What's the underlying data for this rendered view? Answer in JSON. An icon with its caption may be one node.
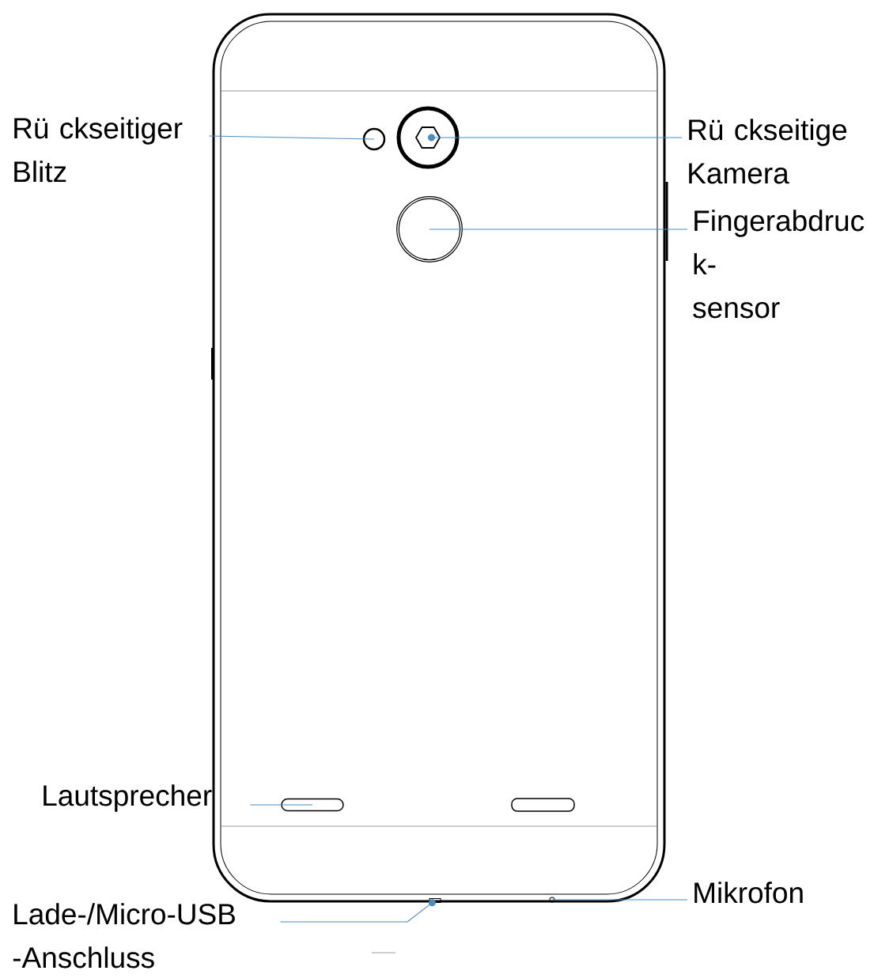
{
  "diagram": {
    "nodes": [
      {
        "text": [
          "Rü ckseitiger Blitz"
        ]
      },
      {
        "text": [
          "Rü ckseitige Kamera"
        ]
      },
      {
        "text": [
          "Fingerabdruc k- sensor"
        ]
      },
      {
        "text": [
          "Lautsprecher"
        ]
      },
      {
        "text": [
          "Lade-/Micro-USB -Anschluss"
        ]
      },
      {
        "text": [
          "Mikrofon"
        ]
      },
      {
        "text": [],
        "shape": "circle"
      },
      {
        "text": [],
        "shape": "circle"
      },
      {
        "text": [],
        "shape": "circle"
      },
      {
        "text": [],
        "shape": "bar"
      },
      {
        "text": [],
        "shape": "box"
      },
      {
        "text": [],
        "shape": "circle"
      }
    ],
    "edges": [
      {
        "from": 0,
        "to": 6,
        "arrow": "none"
      },
      {
        "from": 1,
        "to": 7,
        "arrow": "to"
      },
      {
        "from": 2,
        "to": 8,
        "arrow": "none"
      },
      {
        "from": 3,
        "to": 9,
        "arrow": "none"
      },
      {
        "from": 4,
        "to": 10,
        "arrow": "to"
      },
      {
        "from": 5,
        "to": 11,
        "arrow": "none"
      }
    ]
  }
}
